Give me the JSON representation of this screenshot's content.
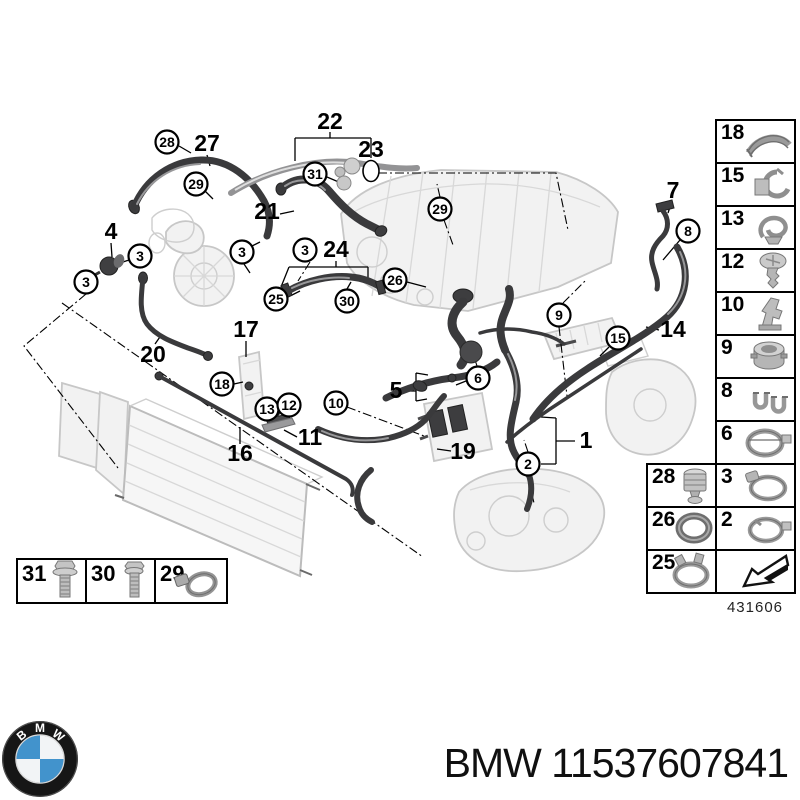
{
  "diagram": {
    "plain_callouts": [
      {
        "label": "22"
      },
      {
        "label": "23"
      },
      {
        "label": "27"
      },
      {
        "label": "21"
      },
      {
        "label": "4"
      },
      {
        "label": "24"
      },
      {
        "label": "20"
      },
      {
        "label": "17"
      },
      {
        "label": "16"
      },
      {
        "label": "11"
      },
      {
        "label": "5"
      },
      {
        "label": "19"
      },
      {
        "label": "1"
      },
      {
        "label": "7"
      },
      {
        "label": "14"
      }
    ],
    "circled_callouts": [
      {
        "label": "28"
      },
      {
        "label": "29"
      },
      {
        "label": "31"
      },
      {
        "label": "29"
      },
      {
        "label": "3"
      },
      {
        "label": "3"
      },
      {
        "label": "3"
      },
      {
        "label": "3"
      },
      {
        "label": "26"
      },
      {
        "label": "25"
      },
      {
        "label": "30"
      },
      {
        "label": "18"
      },
      {
        "label": "13"
      },
      {
        "label": "12"
      },
      {
        "label": "10"
      },
      {
        "label": "9"
      },
      {
        "label": "8"
      },
      {
        "label": "15"
      },
      {
        "label": "6"
      },
      {
        "label": "2"
      }
    ]
  },
  "sidebar": {
    "items": [
      {
        "num": "18",
        "icon": "hose-guide-icon"
      },
      {
        "num": "15",
        "icon": "retaining-clip-icon"
      },
      {
        "num": "13",
        "icon": "spring-clip-icon"
      },
      {
        "num": "12",
        "icon": "expanding-rivet-icon"
      },
      {
        "num": "10",
        "icon": "holder-clip-icon"
      },
      {
        "num": "9",
        "icon": "grommet-icon"
      },
      {
        "num": "8",
        "icon": "double-clamp-icon"
      },
      {
        "num": "6",
        "icon": "hose-clamp-icon"
      }
    ],
    "rows": [
      {
        "left": {
          "num": "28",
          "icon": "quick-coupling-icon"
        },
        "right": {
          "num": "3",
          "icon": "worm-clamp-icon"
        }
      },
      {
        "left": {
          "num": "26",
          "icon": "o-ring-icon"
        },
        "right": {
          "num": "2",
          "icon": "ear-clamp-icon"
        }
      },
      {
        "left": {
          "num": "25",
          "icon": "spring-band-clamp-icon"
        },
        "right": {
          "num": "",
          "icon": "direction-arrow-icon"
        }
      }
    ],
    "code": "431606"
  },
  "legend": {
    "items": [
      {
        "num": "31",
        "icon": "flange-bolt-icon"
      },
      {
        "num": "30",
        "icon": "hex-bolt-icon"
      },
      {
        "num": "29",
        "icon": "worm-clamp-icon"
      }
    ]
  },
  "footer": {
    "roundel_letters": [
      "B",
      "M",
      "W"
    ],
    "part_text": "BMW 11537607841"
  },
  "colors": {
    "roundel_blue": "#4293cc",
    "roundel_black": "#161616",
    "line": "#000000",
    "ghost": "#c7c7c7",
    "hose": "#3a3a3c"
  }
}
